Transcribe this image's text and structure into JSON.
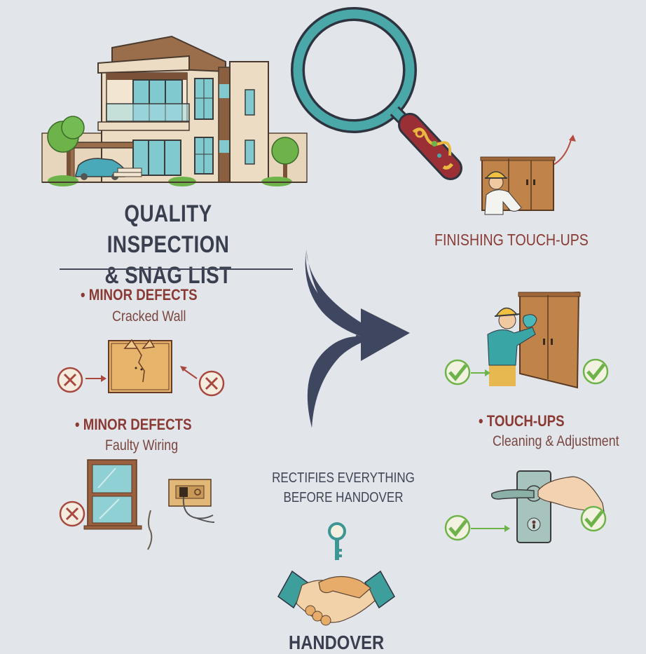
{
  "title": {
    "line1": "QUALITY INSPECTION",
    "line2": "& SNAG LIST"
  },
  "defects": [
    {
      "heading": "• MINOR DEFECTS",
      "detail": "Cracked Wall"
    },
    {
      "heading": "• MINOR DEFECTS",
      "detail": "Faulty Wiring"
    }
  ],
  "finishing": {
    "label": "FINISHING TOUCH-UPS"
  },
  "touchups": {
    "heading": "• TOUCH-UPS",
    "detail": "Cleaning & Adjustment"
  },
  "rectify": {
    "line1": "RECTIFIES EVERYTHING",
    "line2": "BEFORE HANDOVER"
  },
  "handover": {
    "label": "HANDOVER"
  },
  "icons": [
    "house-illustration",
    "magnifying-glass-icon",
    "cabinet-worker-illustration",
    "curved-arrow-icon",
    "cracked-wall-icon",
    "x-mark-icon",
    "window-icon",
    "outlet-icon",
    "check-mark-icon",
    "door-handle-icon",
    "key-icon",
    "handshake-icon"
  ],
  "colors": {
    "background": "#e2e6ea",
    "title": "#3a3f4f",
    "defect_red": "#8a3a33",
    "teal": "#4aa9a8",
    "check_green": "#6db34a",
    "arrow_navy": "#3e4660"
  }
}
